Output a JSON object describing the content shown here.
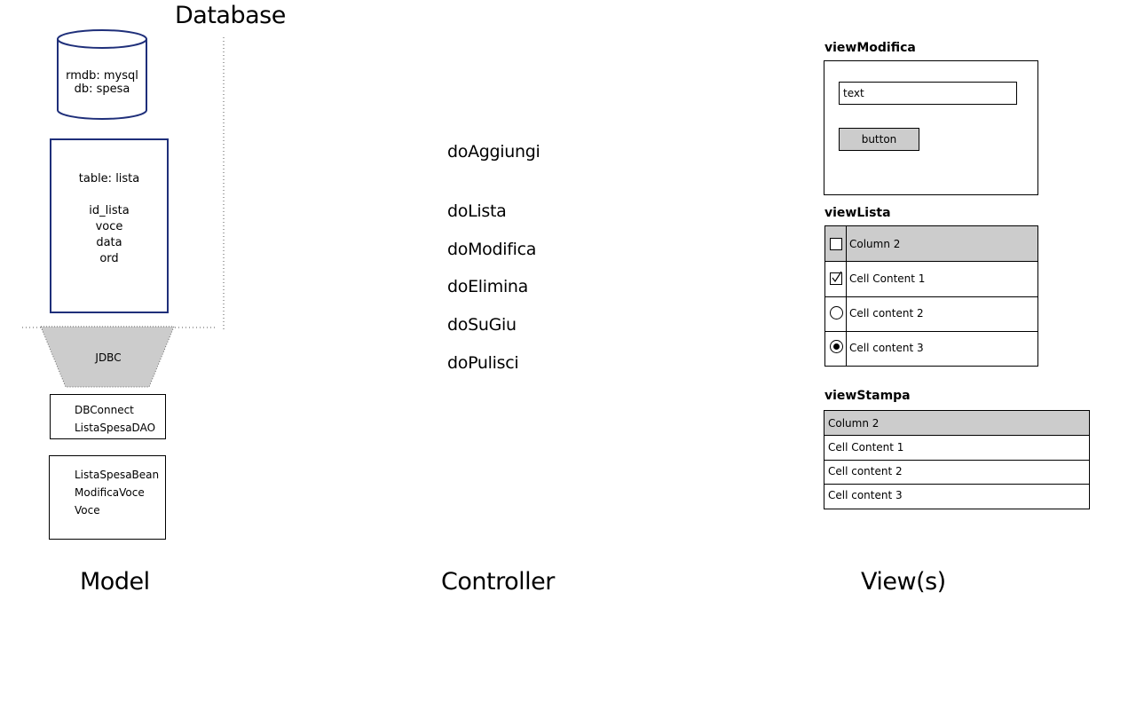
{
  "headings": {
    "database": "Database",
    "model": "Model",
    "controller": "Controller",
    "views": "View(s)"
  },
  "db": {
    "rmdb": "rmdb: mysql",
    "name": "db: spesa"
  },
  "table": {
    "title": "table: lista",
    "fields": [
      "id_lista",
      "voce",
      "data",
      "ord"
    ]
  },
  "jdbc": "JDBC",
  "dao_box": [
    "DBConnect",
    "ListaSpesaDAO"
  ],
  "bean_box": [
    "ListaSpesaBean",
    "ModificaVoce",
    "Voce"
  ],
  "controller_actions": [
    "doAggiungi",
    "doLista",
    "doModifica",
    "doElimina",
    "doSuGiu",
    "doPulisci"
  ],
  "view_modifica": {
    "title": "viewModifica",
    "text_value": "text",
    "button_label": "button"
  },
  "view_lista": {
    "title": "viewLista",
    "header": "Column 2",
    "rows": [
      "Cell Content 1",
      "Cell content 2",
      "Cell content 3"
    ]
  },
  "view_stampa": {
    "title": "viewStampa",
    "header": "Column 2",
    "rows": [
      "Cell Content 1",
      "Cell content 2",
      "Cell content 3"
    ]
  },
  "colors": {
    "db_stroke": "#1f2f7a",
    "gray_fill": "#cccccc",
    "line": "#000000"
  }
}
